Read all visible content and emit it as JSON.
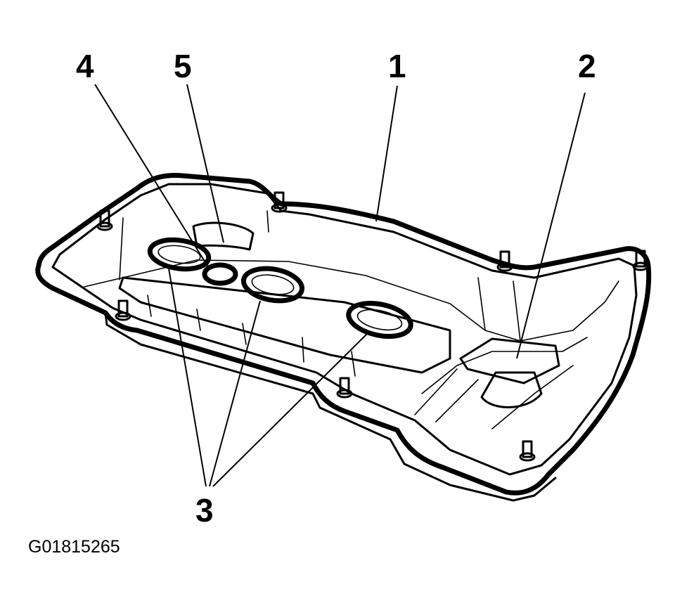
{
  "callouts": {
    "c1": "1",
    "c2": "2",
    "c3": "3",
    "c4": "4",
    "c5": "5"
  },
  "figure_id": "G01815265",
  "colors": {
    "ink": "#000000",
    "background": "#ffffff"
  }
}
